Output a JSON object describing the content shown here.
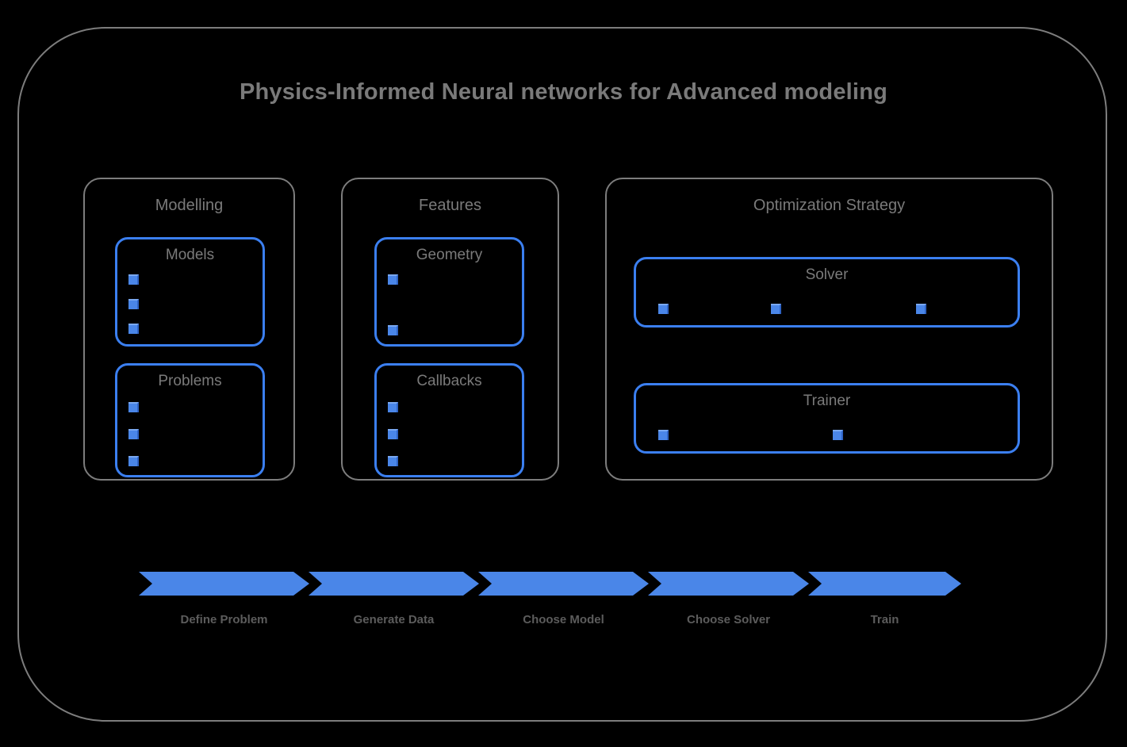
{
  "title": "Physics-Informed Neural networks for Advanced modeling",
  "colors": {
    "background": "#000000",
    "frame_gray": "#7d7d7d",
    "text_gray": "#7a7a7a",
    "label_gray": "#5c5c5c",
    "accent_blue": "#3b7ff0",
    "marker_blue": "#4a86e8",
    "arrow_blue": "#4a86e8"
  },
  "groups": [
    {
      "name": "modelling",
      "title": "Modelling",
      "boxes": [
        {
          "name": "models",
          "title": "Models",
          "marker_count": 3,
          "marker_layout": "vertical"
        },
        {
          "name": "problems",
          "title": "Problems",
          "marker_count": 3,
          "marker_layout": "vertical"
        }
      ]
    },
    {
      "name": "features",
      "title": "Features",
      "boxes": [
        {
          "name": "geometry",
          "title": "Geometry",
          "marker_count": 2,
          "marker_layout": "vertical"
        },
        {
          "name": "callbacks",
          "title": "Callbacks",
          "marker_count": 3,
          "marker_layout": "vertical"
        }
      ]
    },
    {
      "name": "optimization-strategy",
      "title": "Optimization Strategy",
      "boxes": [
        {
          "name": "solver",
          "title": "Solver",
          "marker_count": 3,
          "marker_layout": "horizontal"
        },
        {
          "name": "trainer",
          "title": "Trainer",
          "marker_count": 2,
          "marker_layout": "horizontal"
        }
      ]
    }
  ],
  "pipeline": {
    "stages": [
      {
        "label": "Define Problem"
      },
      {
        "label": "Generate Data"
      },
      {
        "label": "Choose Model"
      },
      {
        "label": "Choose Solver"
      },
      {
        "label": "Train"
      }
    ]
  }
}
